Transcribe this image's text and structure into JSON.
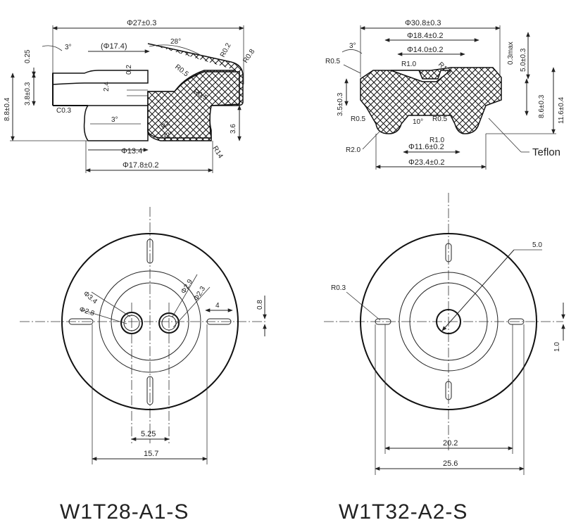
{
  "left_part": {
    "model": "W1T28-A1-S",
    "section_dims": {
      "outer_dia": "Φ27±0.3",
      "hole_174": "(Φ17.4)",
      "angle_top": "3°",
      "angle_28": "28°",
      "r05_top": "R0.5",
      "r02": "R0.2",
      "r08": "R0.8",
      "h_025": "0.25",
      "h_02": "0.2",
      "h_24": "2.4",
      "r05_inner": "R0.5",
      "h_38": "3.8±0.3",
      "h_88": "8.8±0.4",
      "c03": "C0.3",
      "angle_bottom": "3°",
      "r2": "R2",
      "angle_32": "32°",
      "h_36": "3.6",
      "d_134": "Φ13.4",
      "r14": "R14",
      "d_178": "Φ17.8±0.2"
    },
    "plan_dims": {
      "d_34": "Φ3.4",
      "d_28": "Φ2.8",
      "d_29": "Φ2.9",
      "d_23": "Φ2.3",
      "w_4": "4",
      "w_08": "0.8",
      "pitch": "5.25",
      "span": "15.7"
    }
  },
  "right_part": {
    "model": "W1T32-A2-S",
    "section_dims": {
      "outer_dia": "Φ30.8±0.3",
      "d_184": "Φ18.4±0.2",
      "d_140": "Φ14.0±0.2",
      "angle_top": "3°",
      "r05_tl": "R0.5",
      "r10_a": "R1.0",
      "r10_b": "R1.0",
      "max03": "0.3max",
      "h_50": "5.0±0.3",
      "h_35": "3.5±0.3",
      "r05_bl": "R0.5",
      "angle_10": "10°",
      "r05_br": "R0.5",
      "h_86": "8.6±0.3",
      "h_116": "11.6±0.4",
      "r10_c": "R1.0",
      "r20": "R2.0",
      "d_116": "Φ11.6±0.2",
      "d_234": "Φ23.4±0.2",
      "material": "Teflon"
    },
    "plan_dims": {
      "d_50": "5.0",
      "r03": "R0.3",
      "w_10": "1.0",
      "span_202": "20.2",
      "span_256": "25.6"
    }
  }
}
